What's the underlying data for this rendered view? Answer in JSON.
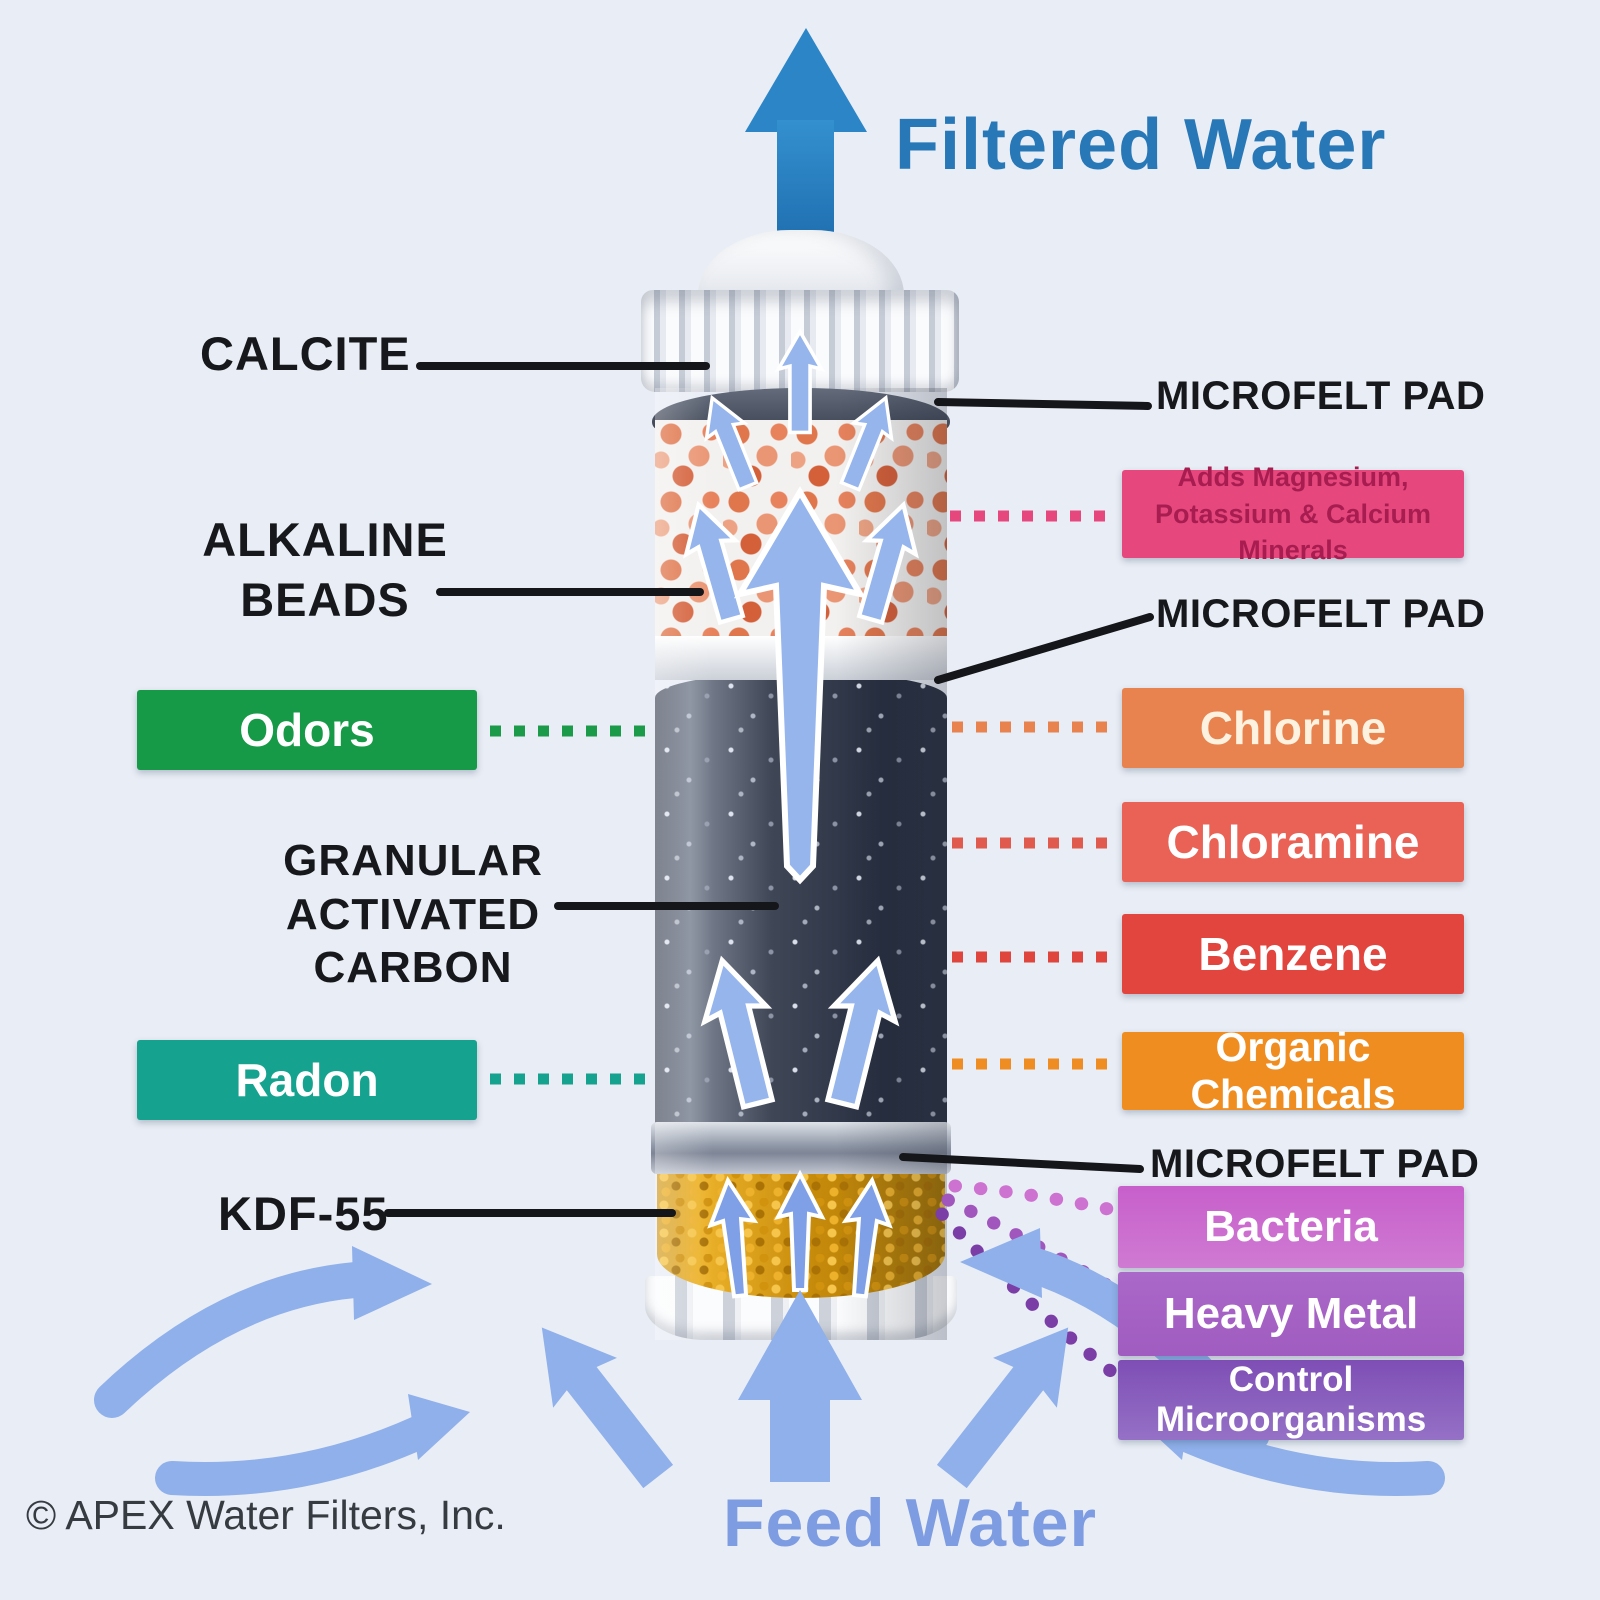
{
  "header": {
    "filtered_water_label": "Filtered Water"
  },
  "footer": {
    "feed_water_label": "Feed Water",
    "copyright": "© APEX Water Filters, Inc."
  },
  "filter_labels": {
    "calcite": "CALCITE",
    "alkaline_beads": "ALKALINE\nBEADS",
    "granular_activated_carbon": "GRANULAR\nACTIVATED\nCARBON",
    "kdf": "KDF-55",
    "microfelt_top": "MICROFELT PAD",
    "microfelt_middle": "MICROFELT PAD",
    "microfelt_bottom": "MICROFELT PAD"
  },
  "removal_boxes": {
    "odors": {
      "label": "Odors",
      "color": "#169a48"
    },
    "radon": {
      "label": "Radon",
      "color": "#15a28e"
    },
    "minerals": {
      "label": "Adds Magnesium, Potassium & Calcium Minerals",
      "color": "#e6487e"
    },
    "chlorine": {
      "label": "Chlorine",
      "color": "#e8824f"
    },
    "chloramine": {
      "label": "Chloramine",
      "color": "#ea6156"
    },
    "benzene": {
      "label": "Benzene",
      "color": "#e2453e"
    },
    "organic_chemicals": {
      "label": "Organic Chemicals",
      "color": "#f08d20"
    },
    "bacteria": {
      "label": "Bacteria",
      "color": "#c664ca"
    },
    "heavy_metal": {
      "label": "Heavy Metal",
      "color": "#a765c5"
    },
    "control_microorganisms": {
      "label": "Control Microorganisms",
      "color": "#8355bb"
    }
  },
  "flow_colors": {
    "filtered_water_arrow": "#2b85c7",
    "feed_water_arrows": "#8fb0ea",
    "internal_arrows": "#95b5ec"
  },
  "background_color": "#e9edf5"
}
